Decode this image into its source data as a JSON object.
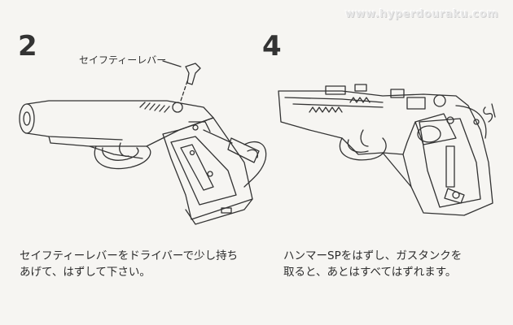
{
  "watermark": "www.hyperdouraku.com",
  "step_left": {
    "number": "2",
    "callout_label": "セイフティーレバー",
    "caption_lines": [
      "セイフティーレバーをドライバーで少し持ち",
      "あげて、はずして下さい。"
    ]
  },
  "step_right": {
    "number": "4",
    "caption_lines": [
      "ハンマーSPをはずし、ガスタンクを",
      "取ると、あとはすべてはずれます。"
    ]
  }
}
